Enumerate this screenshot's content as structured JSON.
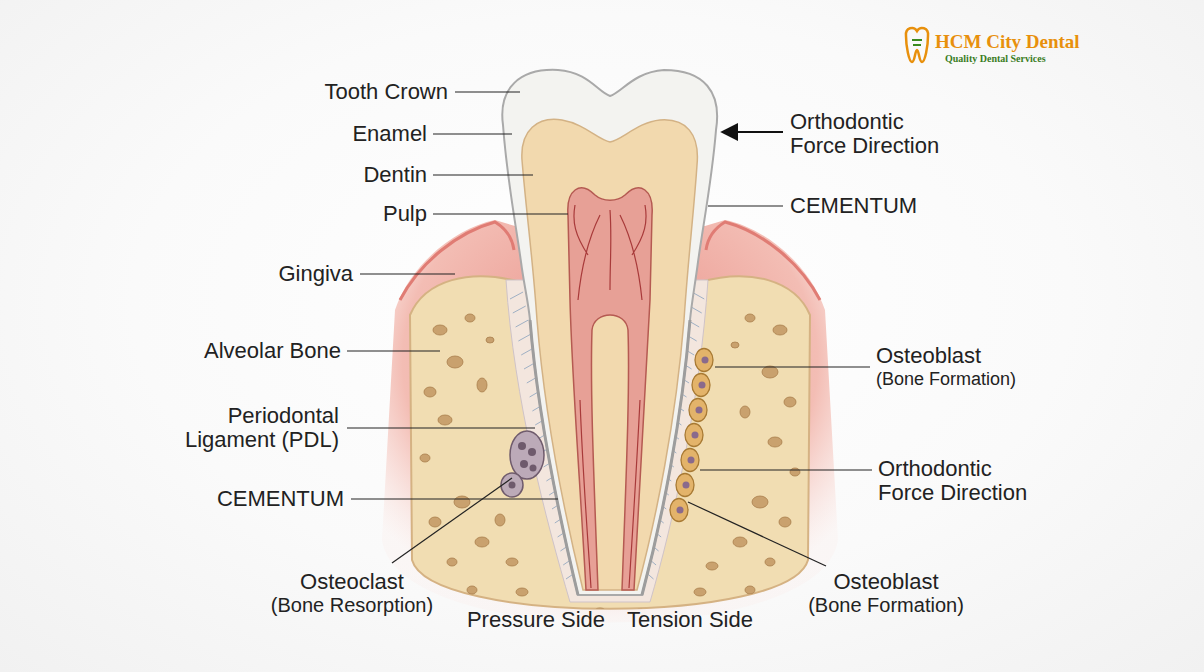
{
  "diagram": {
    "labels": [
      "HCM City Dental",
      "Quality Dental Services",
      "Tooth Crown",
      "Enamel",
      "Dentin",
      "Pulp",
      "Orthodontic Force Direction",
      "CEMENTUM",
      "Gingiva",
      "Alveolar Bone",
      "Osteoblast",
      "(Bone Formation)",
      "Periodontal Ligament (PDL)",
      "Orthodontic Force Direction",
      "CEMENTUM",
      "Osteoclast",
      "(Bone Resorption)",
      "Osteoblast",
      "(Bone Formation)",
      "Pressure Side",
      "Tension Side"
    ]
  }
}
